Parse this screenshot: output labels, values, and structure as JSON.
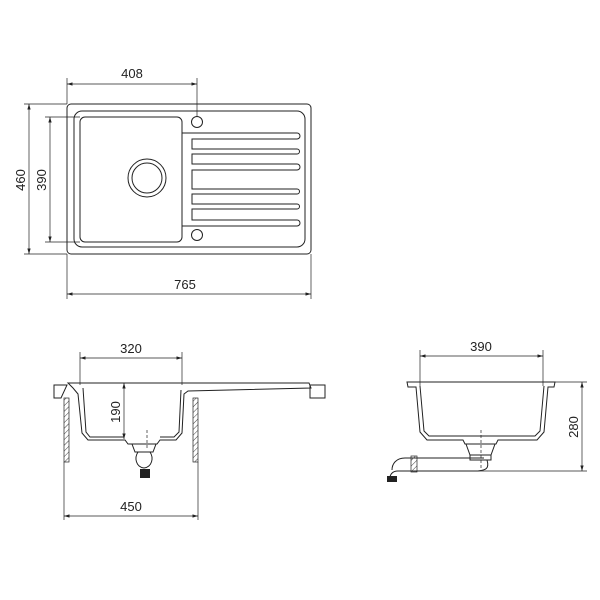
{
  "top_view": {
    "dim_bowl_offset": "408",
    "dim_total_width": "765",
    "dim_total_depth": "460",
    "dim_bowl_depth": "390"
  },
  "front_view": {
    "dim_bowl_width": "320",
    "dim_bowl_height": "190",
    "dim_cabinet": "450"
  },
  "side_view": {
    "dim_bowl_width": "390",
    "dim_total_height": "280"
  }
}
